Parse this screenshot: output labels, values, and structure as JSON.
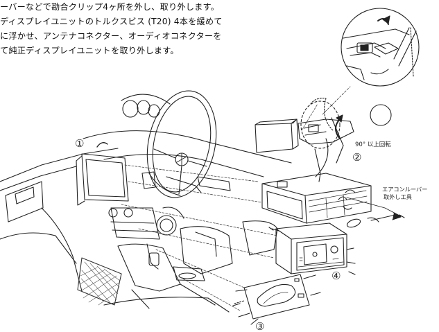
{
  "instructions": [
    "ーバーなどで勘合クリップ4ヶ所を外し、取り外します。",
    "ディスプレイユニットのトルクスビス (T20) 4本を緩めて",
    "に浮かせ、アンテナコネクター、オーディオコネクターを",
    "て純正ディスプレイユニットを取り外します。"
  ],
  "steps": [
    "①",
    "②",
    "③",
    "④"
  ],
  "labels": {
    "rotation": "90° 以上回転",
    "tool_line1": "エアコンルーバー",
    "tool_line2": "取外し工具"
  }
}
